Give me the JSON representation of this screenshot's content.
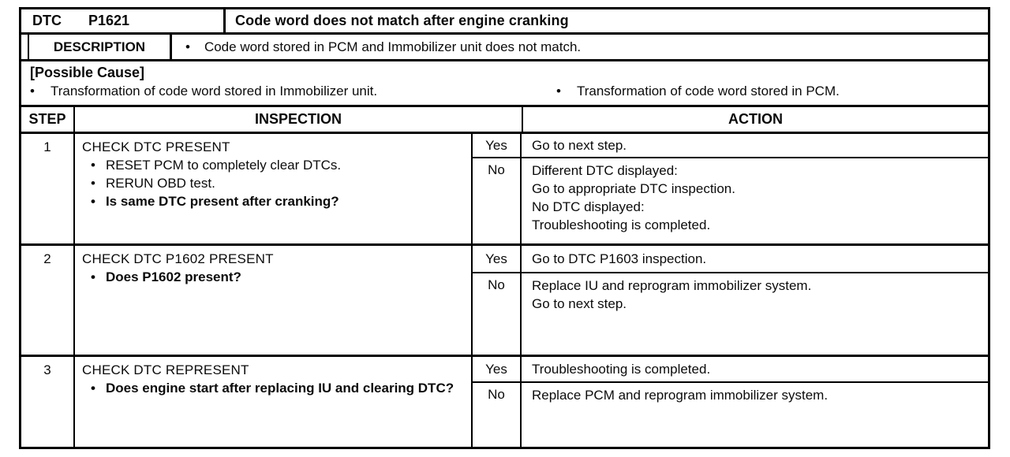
{
  "dtc_header": {
    "label": "DTC",
    "code": "P1621",
    "title": "Code word does not match after engine cranking"
  },
  "description": {
    "label": "DESCRIPTION",
    "bullet": "•",
    "text": "Code word stored in PCM and Immobilizer unit does not match."
  },
  "possible_cause": {
    "heading": "[Possible Cause]",
    "bullet": "•",
    "items": [
      "Transformation of code word stored in Immobilizer unit.",
      "Transformation of code word stored in PCM."
    ]
  },
  "table": {
    "bullet": "•",
    "headers": {
      "step": "STEP",
      "inspection": "INSPECTION",
      "action": "ACTION"
    },
    "steps": [
      {
        "number": "1",
        "title": "CHECK DTC PRESENT",
        "items": [
          {
            "text": "RESET PCM to completely clear DTCs.",
            "bold": false
          },
          {
            "text": "RERUN OBD test.",
            "bold": false
          },
          {
            "text": "Is same DTC present after cranking?",
            "bold": true
          }
        ],
        "yes": {
          "label": "Yes",
          "lines": [
            "Go to next step."
          ]
        },
        "no": {
          "label": "No",
          "lines": [
            "Different DTC displayed:",
            "Go to appropriate DTC inspection.",
            "No DTC displayed:",
            "Troubleshooting is completed."
          ]
        }
      },
      {
        "number": "2",
        "title": "CHECK DTC P1602 PRESENT",
        "items": [
          {
            "text": "Does P1602 present?",
            "bold": true
          }
        ],
        "yes": {
          "label": "Yes",
          "lines": [
            "Go to DTC P1603 inspection."
          ]
        },
        "no": {
          "label": "No",
          "lines": [
            "Replace IU and reprogram immobilizer system.",
            "Go to next step."
          ]
        }
      },
      {
        "number": "3",
        "title": "CHECK DTC REPRESENT",
        "items": [
          {
            "text": "Does engine start after replacing IU and clearing DTC?",
            "bold": true
          }
        ],
        "yes": {
          "label": "Yes",
          "lines": [
            "Troubleshooting is completed."
          ]
        },
        "no": {
          "label": "No",
          "lines": [
            "Replace PCM and reprogram immobilizer system."
          ]
        }
      }
    ]
  }
}
